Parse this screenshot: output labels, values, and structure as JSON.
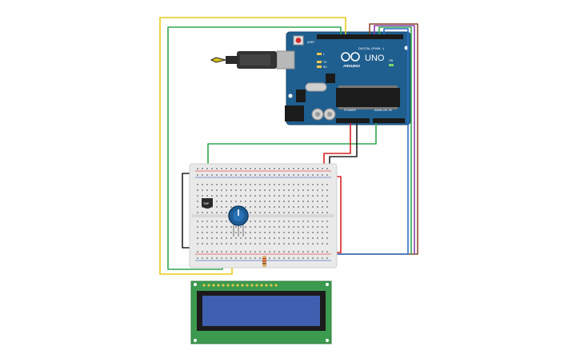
{
  "arduino": {
    "board_name": "UNO",
    "brand": "ARDUINO",
    "digital_header": "DIGITAL (PWM ~)",
    "power_header": "POWER",
    "analog_header": "ANALOG IN",
    "on_label": "ON",
    "tx_label": "TX",
    "rx_label": "RX",
    "l_label": "L",
    "aref_label": "AREF"
  },
  "sensor": {
    "label": "TMP"
  },
  "colors": {
    "board_blue": "#1f5f8f",
    "wire_yellow": "#e8c81c",
    "wire_green": "#2fa84f",
    "wire_red": "#d92020",
    "wire_black": "#222222",
    "wire_blue": "#2f6fc8",
    "wire_purple": "#8a3fb0",
    "wire_teal": "#2aa6b8",
    "wire_brown": "#8a4a2a",
    "lcd_pcb": "#3c9a4f",
    "lcd_screen": "#3f5fb0",
    "breadboard": "#e9e9e9"
  }
}
